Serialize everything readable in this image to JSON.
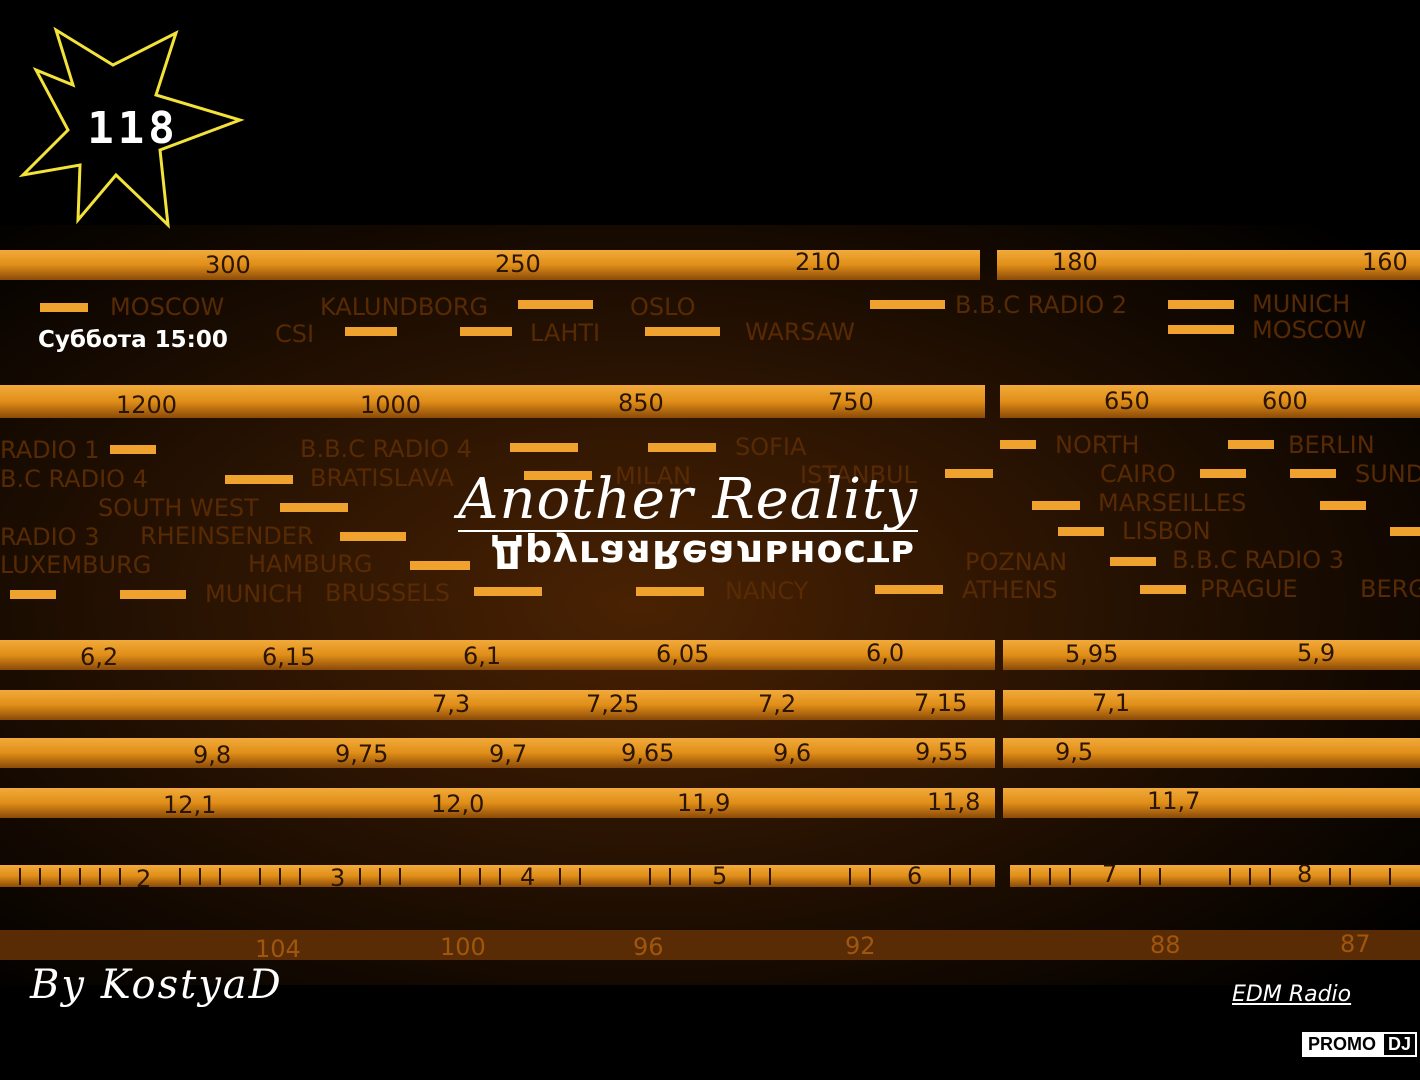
{
  "badge": {
    "number": "118"
  },
  "schedule": {
    "day_time": "Суббота 15:00"
  },
  "show": {
    "title": "Another Reality",
    "subtitle": "ДругаяReальность"
  },
  "author": {
    "label": "By KostyaD"
  },
  "station": {
    "label": "EDM Radio"
  },
  "logo": {
    "left": "PROMO",
    "right": "DJ"
  },
  "dial": {
    "lw_scale": [
      "300",
      "250",
      "210",
      "180",
      "160"
    ],
    "lw_stations": [
      "MOSCOW",
      "KALUNDBORG",
      "OSLO",
      "BBC RADIO 2",
      "MUNICH",
      "CSI",
      "LAHTI",
      "WARSAW",
      "MOSCOW"
    ],
    "mw_scale": [
      "1200",
      "1000",
      "850",
      "750",
      "650",
      "600"
    ],
    "mw_stations": [
      "RADIO 1",
      "B.B.C RADIO 4",
      "SOFIA",
      "NORTH",
      "BERLIN",
      "B.C RADIO 4",
      "BRATISLAVA",
      "MILAN",
      "ISTANBUL",
      "CAIRO",
      "SUND",
      "SOUTH WEST",
      "MARSEILLES",
      "RADIO 3",
      "RHEINSENDER",
      "LISBON",
      "LUXEMBURG",
      "HAMBURG",
      "POZNAN",
      "B.B.C RADIO 3",
      "MUNICH",
      "BRUSSELS",
      "NANCY",
      "ATHENS",
      "PRAGUE",
      "BERG"
    ],
    "sw1": [
      "6,2",
      "6,15",
      "6,1",
      "6,05",
      "6,0",
      "5,95",
      "5,9"
    ],
    "sw2": [
      "7,3",
      "7,25",
      "7,2",
      "7,15",
      "7,1"
    ],
    "sw3": [
      "9,8",
      "9,75",
      "9,7",
      "9,65",
      "9,6",
      "9,55",
      "9,5"
    ],
    "sw4": [
      "12,1",
      "12,0",
      "11,9",
      "11,8",
      "11,7"
    ],
    "ruler": [
      "2",
      "3",
      "4",
      "5",
      "6",
      "7",
      "8"
    ],
    "fm": [
      "104",
      "100",
      "96",
      "92",
      "88",
      "87"
    ]
  },
  "colors": {
    "amber": "#e89a22",
    "amber_dark": "#7a3f06",
    "star_outline": "#f2e23a"
  }
}
